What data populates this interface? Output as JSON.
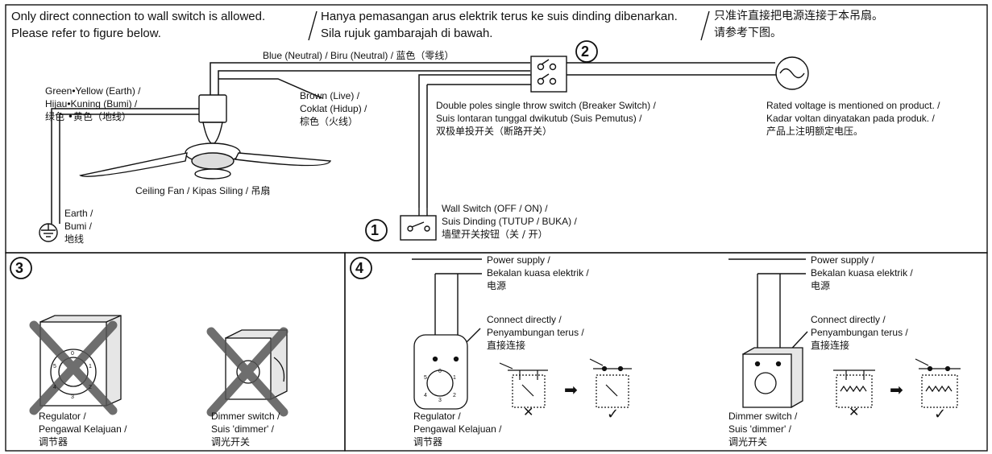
{
  "header": {
    "english": [
      "Only direct connection to wall switch is allowed.",
      "Please refer to figure below."
    ],
    "malay": [
      "Hanya pemasangan arus elektrik terus ke suis dinding dibenarkan.",
      "Sila rujuk gambarajah di bawah."
    ],
    "chinese": [
      "只准许直接把电源连接于本吊扇。",
      "请参考下图。"
    ]
  },
  "panel1": {
    "blue_wire": "Blue (Neutral) / Biru (Neutral) / 蓝色（零线）",
    "earth_wire": [
      "Green•Yellow (Earth) /",
      "Hijau•Kuning (Bumi) /",
      "绿色 •黄色（地线）"
    ],
    "brown_wire": [
      "Brown (Live) /",
      "Coklat (Hidup) /",
      "棕色（火线）"
    ],
    "fan": "Ceiling Fan / Kipas Siling / 吊扇",
    "earth": [
      "Earth /",
      "Bumi /",
      "地线"
    ],
    "wall_switch": [
      "Wall Switch (OFF / ON) /",
      "Suis Dinding (TUTUP / BUKA) /",
      "墙壁开关按钮（关 / 开）"
    ],
    "breaker": [
      "Double poles single throw switch (Breaker Switch) /",
      "Suis lontaran tunggal dwikutub (Suis Pemutus) /",
      "双极单投开关（断路开关）"
    ],
    "rated": [
      "Rated voltage is mentioned on product. /",
      "Kadar voltan dinyatakan pada produk. /",
      "产品上注明额定电压。"
    ],
    "num1": "1",
    "num2": "2"
  },
  "panel3": {
    "num": "3",
    "regulator": [
      "Regulator /",
      "Pengawal Kelajuan /",
      "调节器"
    ],
    "dimmer": [
      "Dimmer switch /",
      "Suis 'dimmer' /",
      "调光开关"
    ],
    "dial_numbers": [
      "0",
      "1",
      "2",
      "3",
      "4",
      "5"
    ]
  },
  "panel4": {
    "num": "4",
    "power": [
      "Power supply /",
      "Bekalan kuasa elektrik /",
      "电源"
    ],
    "connect": [
      "Connect directly /",
      "Penyambungan terus /",
      "直接连接"
    ],
    "regulator": [
      "Regulator /",
      "Pengawal Kelajuan /",
      "调节器"
    ],
    "dimmer": [
      "Dimmer switch /",
      "Suis 'dimmer' /",
      "调光开关"
    ],
    "cross": "✕",
    "check": "✓",
    "arrow": "➡",
    "dial_numbers": [
      "0",
      "1",
      "2",
      "3",
      "4",
      "5"
    ]
  }
}
